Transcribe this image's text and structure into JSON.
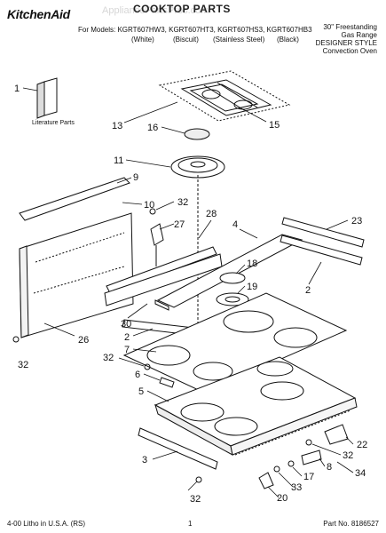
{
  "header": {
    "brand": "KitchenAid",
    "watermark": "AppliancePartsPros.com",
    "title": "COOKTOP PARTS",
    "models": "For Models: KGRT607HW3, KGRT607HT3, KGRT607HS3, KGRT607HB3",
    "colors": [
      "(White)",
      "(Biscuit)",
      "(Stainless Steel)",
      "(Black)"
    ],
    "description": [
      "30\" Freestanding",
      "Gas Range",
      "DESIGNER STYLE",
      "Convection Oven"
    ]
  },
  "callouts": {
    "n1": "1",
    "n2": "2",
    "n3": "3",
    "n4": "4",
    "n5": "5",
    "n6": "6",
    "n7": "7",
    "n8": "8",
    "n9": "9",
    "n10": "10",
    "n11": "11",
    "n13": "13",
    "n15": "15",
    "n16": "16",
    "n17": "17",
    "n18": "18",
    "n19": "19",
    "n20": "20",
    "n22": "22",
    "n23": "23",
    "n26": "26",
    "n27": "27",
    "n28": "28",
    "n30": "30",
    "n32": "32",
    "n33": "33",
    "n34": "34",
    "literature_label": "Literature Parts"
  },
  "footer": {
    "print_info": "4-00 Litho in U.S.A. (RS)",
    "page": "1",
    "part_no": "Part No. 8186527"
  }
}
